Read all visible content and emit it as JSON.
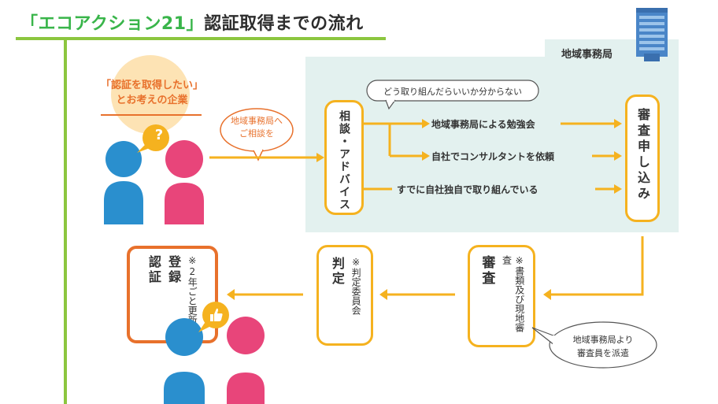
{
  "title": {
    "quote_open": "「",
    "program_name": "エコアクション21",
    "quote_close": "」",
    "rest": "認証取得までの流れ"
  },
  "regional_office": {
    "label": "地域事務局"
  },
  "company": {
    "line1": "「認証を取得したい」",
    "line2": "とお考えの企業",
    "question_mark": "?"
  },
  "contact_bubble": {
    "line1": "地域事務局へ",
    "line2": "ご相談を"
  },
  "consultation": {
    "label": "相談・アドバイス"
  },
  "unsure_bubble": {
    "text": "どう取り組んだらいいか分からない"
  },
  "options": [
    "地域事務局による勉強会",
    "自社でコンサルタントを依頼",
    "すでに自社独自で取り組んでいる"
  ],
  "application": {
    "label": "審査申し込み"
  },
  "review": {
    "label": "審査",
    "note": "※書類及び現地審査"
  },
  "dispatch_bubble": {
    "line1": "地域事務局より",
    "line2": "審査員を派遣"
  },
  "judgment": {
    "label": "判定",
    "note": "※判定委員会"
  },
  "registration": {
    "line1": "認証",
    "line2": "登録",
    "note": "※2年ごと更新"
  },
  "colors": {
    "title_accent": "#39b54a",
    "timeline": "#8cc63f",
    "arrow": "#f5b21f",
    "panel": "#e3f1ef",
    "person_blue": "#2a8fce",
    "person_pink": "#e8457a",
    "highlight_orange": "#e8712c"
  }
}
